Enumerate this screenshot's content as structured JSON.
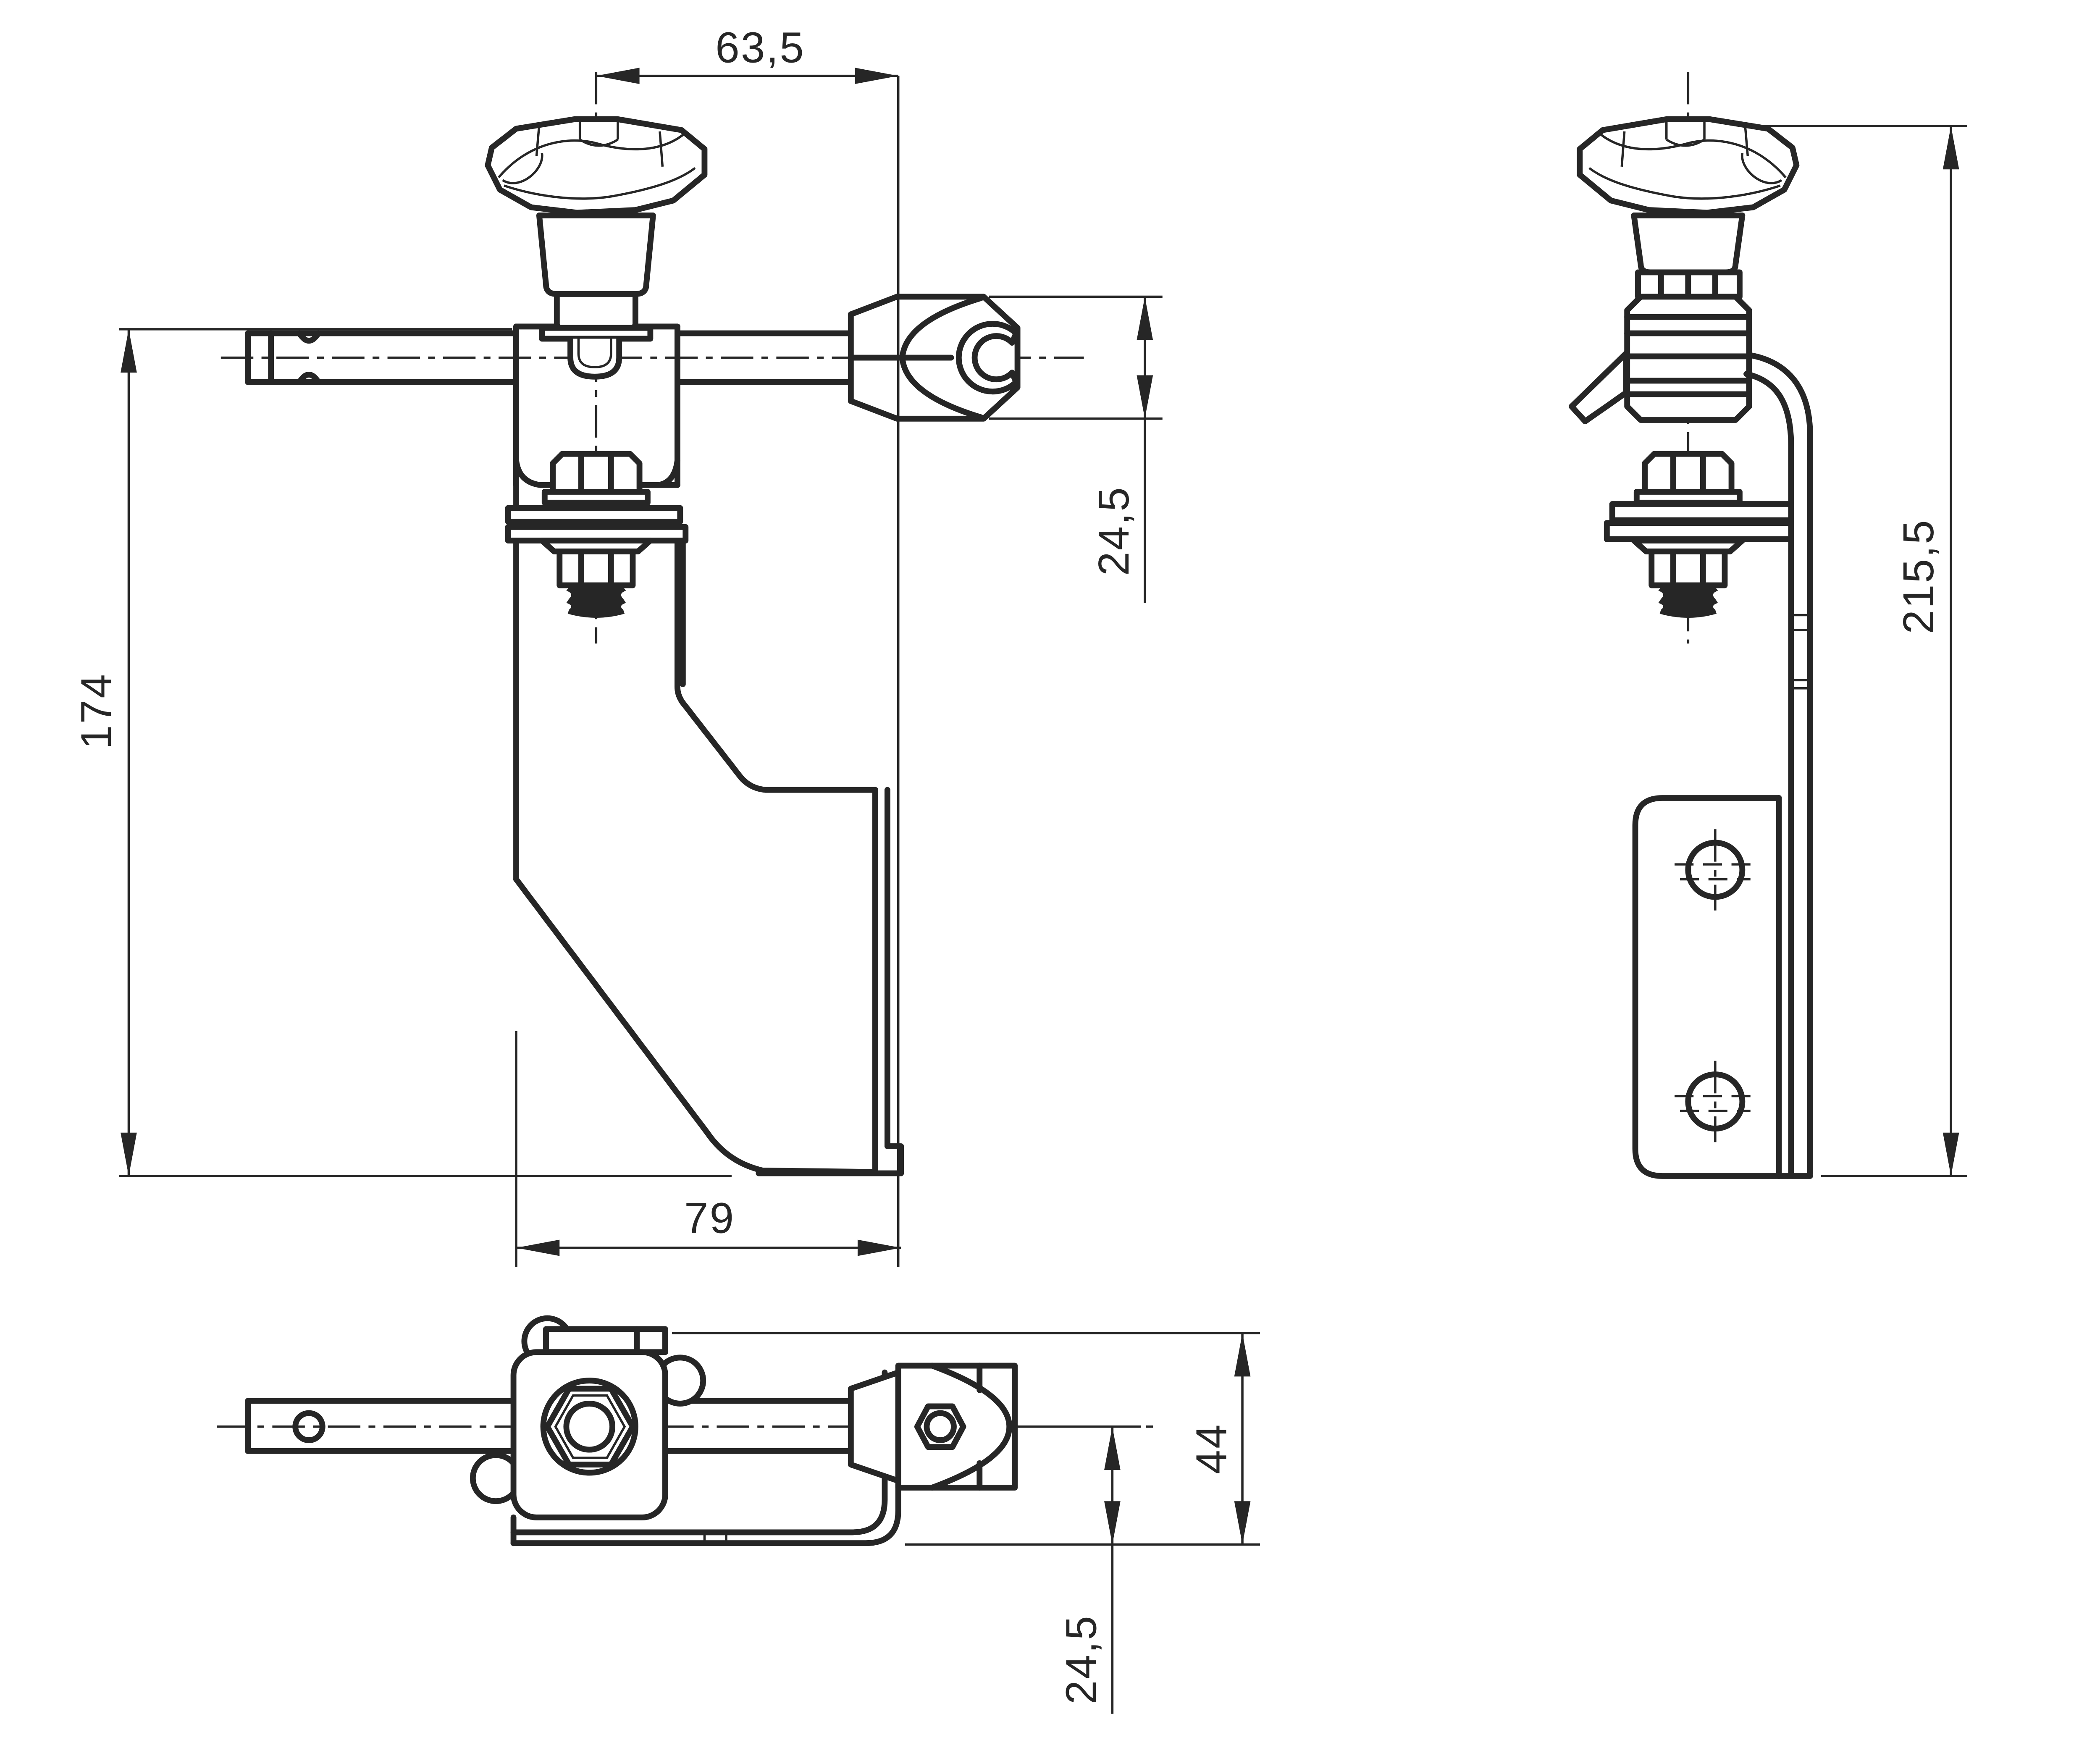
{
  "drawing": {
    "type": "technical-orthographic-views",
    "background_color": "#ffffff",
    "line_color": "#262626",
    "views": {
      "front_view": {
        "dimensions": {
          "knob_axis_to_rear_face": "63,5",
          "overall_height": "174",
          "clamp_head_height": "24,5",
          "base_width": "79"
        }
      },
      "side_view": {
        "dimensions": {
          "overall_height": "215,5"
        },
        "mounting_holes_count": 2
      },
      "top_view": {
        "dimensions": {
          "overall_depth": "44",
          "axis_to_plate_edge": "24,5"
        }
      }
    },
    "dimensions": {
      "top_width": "63,5",
      "height": "174",
      "fork_height": "24,5",
      "base_width": "79",
      "side_height": "215,5",
      "depth": "44",
      "offset": "24,5"
    }
  }
}
